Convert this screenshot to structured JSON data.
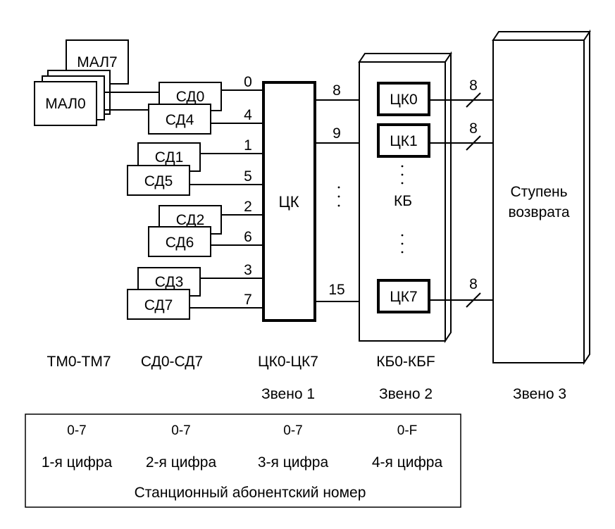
{
  "mal": {
    "back_label": "МАЛ7",
    "front_label": "МАЛ0"
  },
  "sd": [
    "СД0",
    "СД4",
    "СД1",
    "СД5",
    "СД2",
    "СД6",
    "СД3",
    "СД7"
  ],
  "inputs": [
    "0",
    "4",
    "1",
    "5",
    "2",
    "6",
    "3",
    "7"
  ],
  "center": {
    "label": "ЦК"
  },
  "outputs": [
    "8",
    "9",
    "15"
  ],
  "kb": {
    "label": "КБ",
    "items": [
      "ЦК0",
      "ЦК1",
      "ЦК7"
    ]
  },
  "bus_width": [
    "8",
    "8",
    "8"
  ],
  "stage3": {
    "line1": "Ступень",
    "line2": "возврата"
  },
  "columns": [
    "ТМ0-ТМ7",
    "СД0-СД7",
    "ЦК0-ЦК7",
    "КБ0-КБF"
  ],
  "links": [
    "Звено 1",
    "Звено 2",
    "Звено 3"
  ],
  "number": {
    "ranges": [
      "0-7",
      "0-7",
      "0-7",
      "0-F"
    ],
    "digits": [
      "1-я цифра",
      "2-я цифра",
      "3-я цифра",
      "4-я цифра"
    ],
    "caption": "Станционный абонентский номер"
  }
}
